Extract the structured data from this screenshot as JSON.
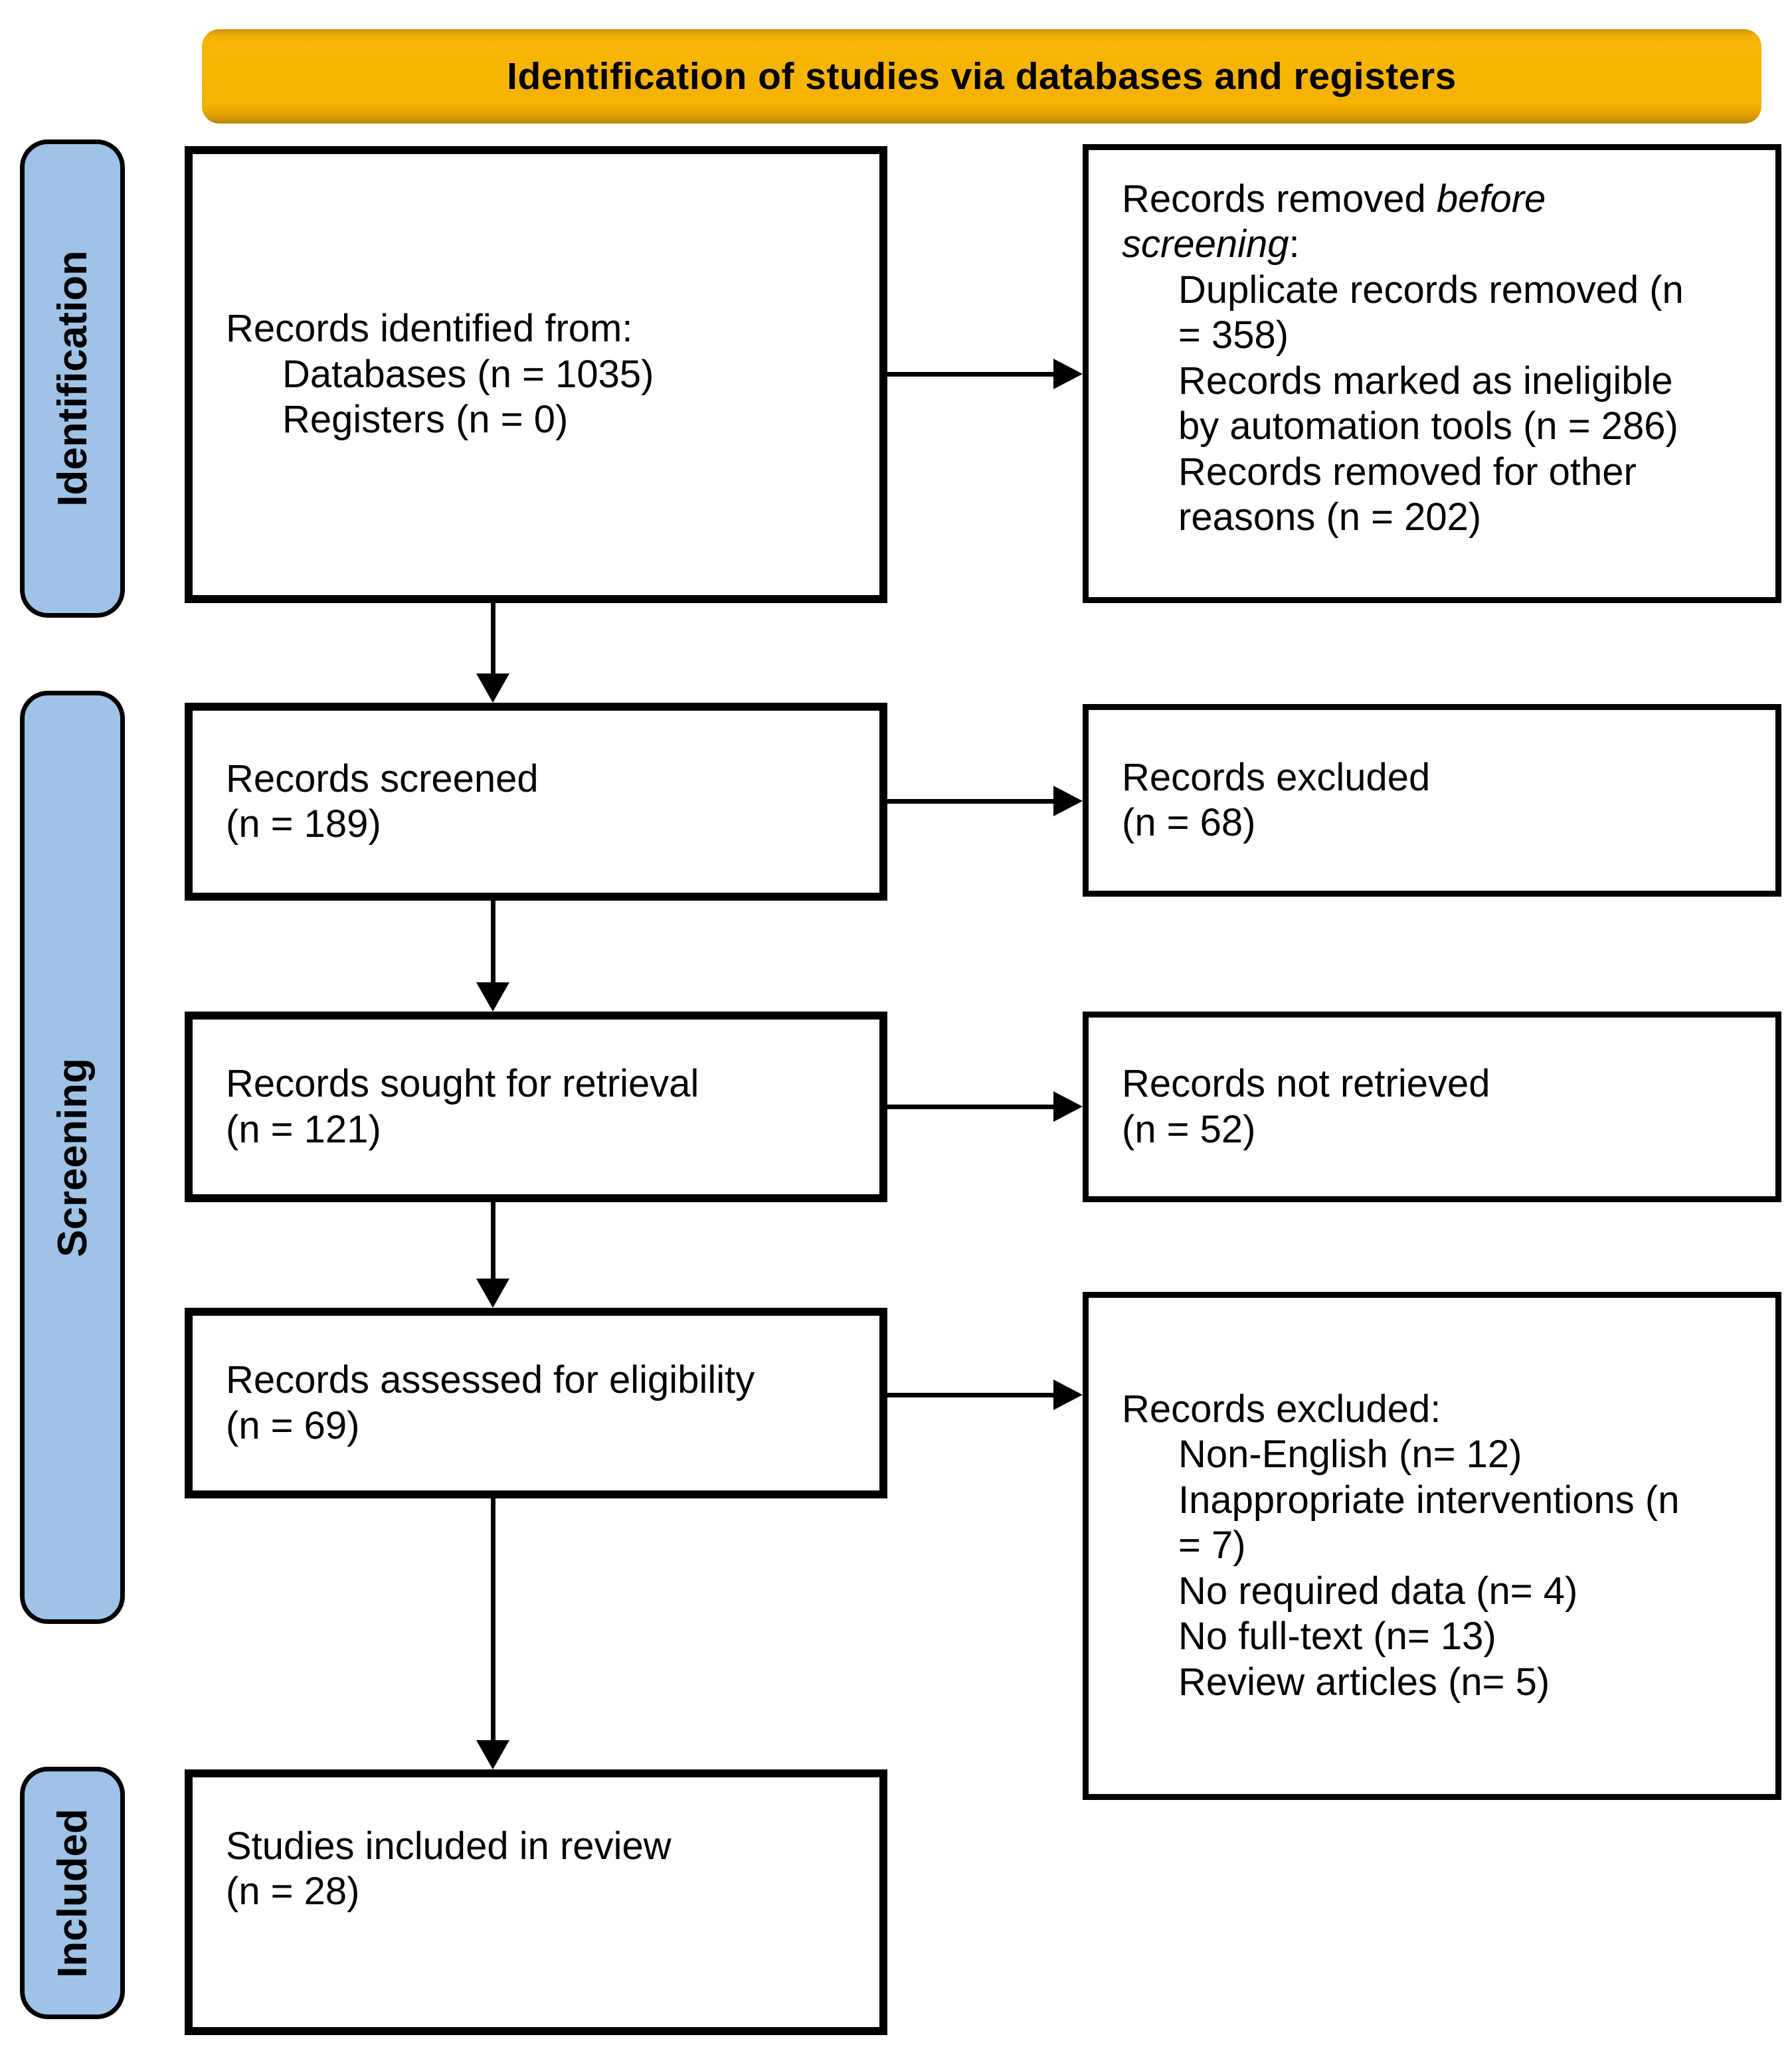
{
  "banner": {
    "title": "Identification of studies via databases and registers"
  },
  "sidebar": {
    "identification": "Identification",
    "screening": "Screening",
    "included": "Included"
  },
  "boxes": {
    "identified": {
      "title": "Records identified from:",
      "items": [
        "Databases (n = 1035)",
        "Registers (n = 0)"
      ]
    },
    "removed": {
      "prefix": "Records removed ",
      "italic": "before screening",
      "suffix": ":",
      "items": [
        "Duplicate records removed (n = 358)",
        "Records marked as ineligible by automation tools (n = 286)",
        "Records removed for other reasons (n = 202)"
      ]
    },
    "screened": {
      "line1": "Records screened",
      "line2": "(n = 189)"
    },
    "excluded_screening": {
      "line1": "Records excluded",
      "line2": "(n = 68)"
    },
    "sought": {
      "line1": "Records sought for retrieval",
      "line2": "(n = 121)"
    },
    "not_retrieved": {
      "line1": "Records not retrieved",
      "line2": "(n = 52)"
    },
    "assessed": {
      "line1": "Records assessed for eligibility",
      "line2": "(n = 69)"
    },
    "excluded_eligibility": {
      "title": "Records excluded:",
      "items": [
        "Non-English (n= 12)",
        "Inappropriate interventions (n = 7)",
        "No required data (n= 4)",
        "No full-text (n= 13)",
        "Review articles (n= 5)"
      ]
    },
    "included_review": {
      "line1": "Studies included in review",
      "line2": "(n = 28)"
    }
  },
  "colors": {
    "banner_yellow": "#F5B201",
    "sidebar_blue": "#9EC3E6",
    "box_border": "#000000",
    "text": "#000000"
  }
}
